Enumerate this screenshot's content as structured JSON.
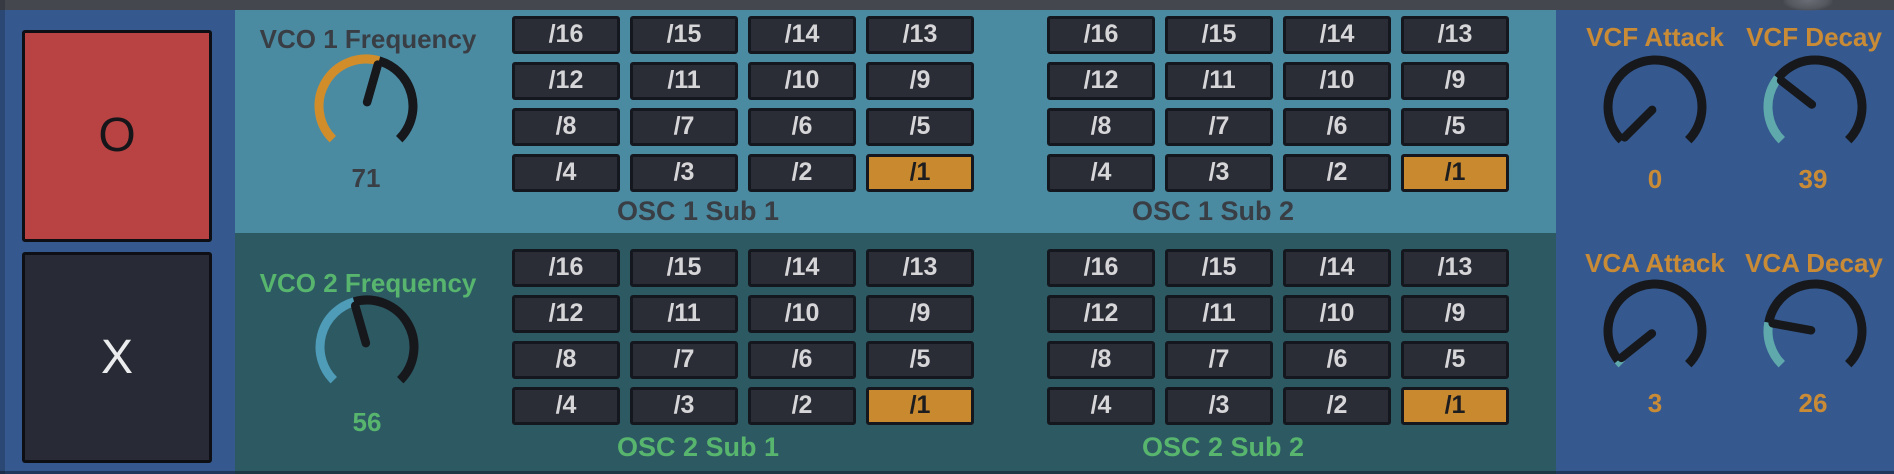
{
  "left_panel": {
    "o_pad_label": "O",
    "x_pad_label": "X"
  },
  "divisions": [
    "/16",
    "/15",
    "/14",
    "/13",
    "/12",
    "/11",
    "/10",
    "/9",
    "/8",
    "/7",
    "/6",
    "/5",
    "/4",
    "/3",
    "/2",
    "/1"
  ],
  "active_division": "/1",
  "grids": {
    "osc1_sub1": {
      "label": "OSC 1 Sub 1"
    },
    "osc1_sub2": {
      "label": "OSC 1 Sub 2"
    },
    "osc2_sub1": {
      "label": "OSC 2 Sub 1"
    },
    "osc2_sub2": {
      "label": "OSC 2 Sub 2"
    }
  },
  "knobs": {
    "vco1": {
      "label": "VCO 1 Frequency",
      "value": 71,
      "min": 0,
      "max": 127,
      "arc_color": "#d28d2b"
    },
    "vco2": {
      "label": "VCO 2 Frequency",
      "value": 56,
      "min": 0,
      "max": 127,
      "arc_color": "#4e9cb8"
    },
    "vcf_attack": {
      "label": "VCF Attack",
      "value": 0,
      "min": 0,
      "max": 127,
      "arc_color": "#5fa9ac"
    },
    "vcf_decay": {
      "label": "VCF Decay",
      "value": 39,
      "min": 0,
      "max": 127,
      "arc_color": "#5fa9ac"
    },
    "vca_attack": {
      "label": "VCA Attack",
      "value": 3,
      "min": 0,
      "max": 127,
      "arc_color": "#5fa9ac"
    },
    "vca_decay": {
      "label": "VCA Decay",
      "value": 26,
      "min": 0,
      "max": 127,
      "arc_color": "#5fa9ac"
    }
  },
  "colors": {
    "topbar": "#45474f",
    "panel_blue": "#35598f",
    "osc1_teal": "#4b8ba2",
    "osc2_teal": "#2d5963",
    "pad_red": "#b94342",
    "pad_dark": "#282b35",
    "button_dark": "#2a2d36",
    "button_active_orange": "#c8892f",
    "text_light": "#d6d5d8",
    "text_dark_gray": "#393d44",
    "text_green": "#57b56e",
    "text_orange": "#c98b35",
    "knob_track": "#16181c"
  }
}
